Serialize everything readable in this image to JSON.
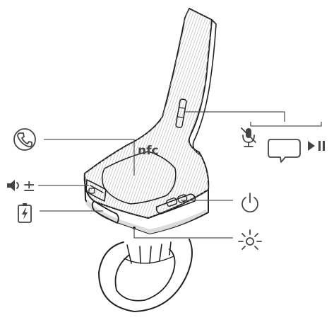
{
  "device": {
    "nfc_label": "nfc",
    "volume_sign": "±"
  },
  "callouts": [
    {
      "id": "call",
      "icon": "phone-icon"
    },
    {
      "id": "volume",
      "icon": "speaker-icon"
    },
    {
      "id": "charge",
      "icon": "battery-charging-icon"
    },
    {
      "id": "power",
      "icon": "power-icon"
    },
    {
      "id": "led",
      "icon": "light-indicator-icon"
    },
    {
      "id": "mute",
      "icon": "microphone-muted-icon"
    },
    {
      "id": "voice",
      "icon": "speech-bubble-icon"
    },
    {
      "id": "play-pause",
      "icon": "play-pause-icon"
    }
  ],
  "colors": {
    "line": "#222222",
    "body_fill": "#f7f7f7",
    "texture": "#bdbdbd",
    "icon": "#444444"
  }
}
